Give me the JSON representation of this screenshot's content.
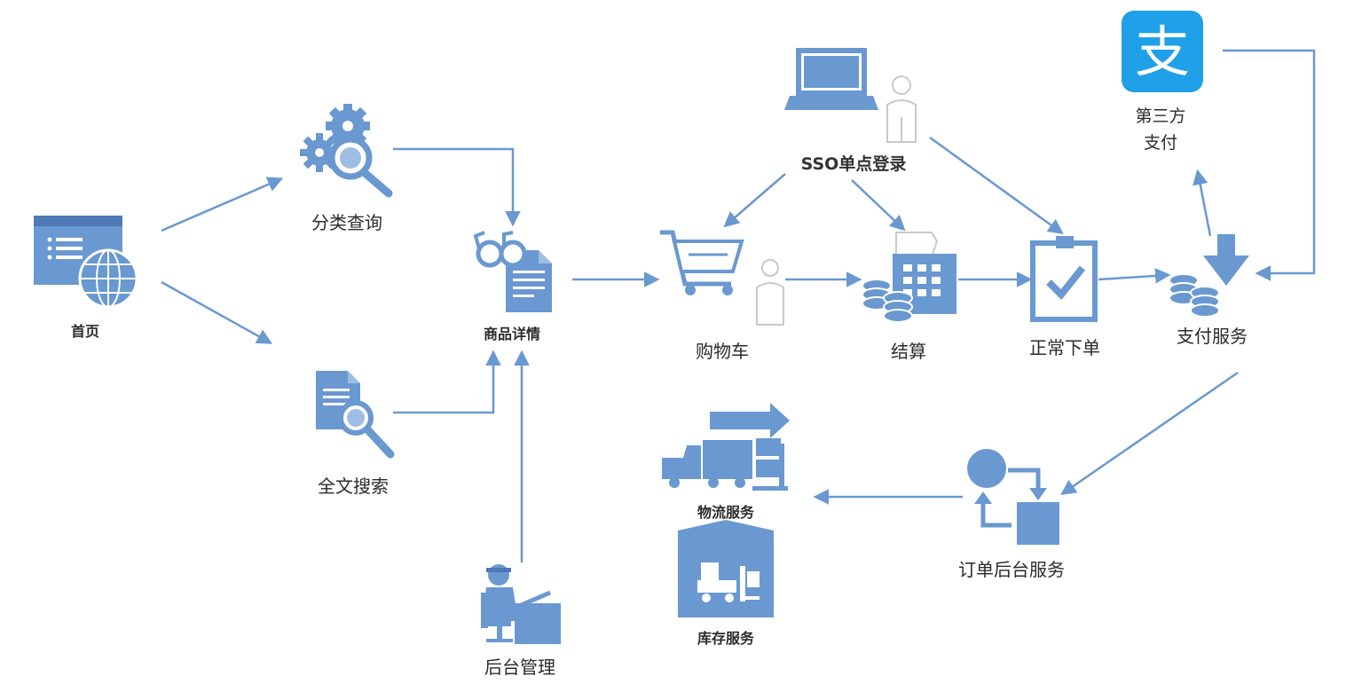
{
  "colors": {
    "icon": "#6a98d0",
    "icon_dark": "#4d7ab5",
    "arrow": "#6a98d0",
    "alipay": "#1fa0e8",
    "gray_outline": "#c9c9c9"
  },
  "nodes": {
    "home": "首页",
    "category_query": "分类查询",
    "fulltext_search": "全文搜索",
    "product_detail": "商品详情",
    "backend_mgmt": "后台管理",
    "sso": "SSO单点登录",
    "cart": "购物车",
    "checkout": "结算",
    "normal_order": "正常下单",
    "payment_service": "支付服务",
    "third_party_line1": "第三方",
    "third_party_line2": "支付",
    "alipay_glyph": "支",
    "order_backend": "订单后台服务",
    "logistics": "物流服务",
    "inventory": "库存服务"
  },
  "icons": [
    "browser-globe-icon",
    "gears-search-icon",
    "document-search-icon",
    "glasses-document-icon",
    "office-worker-icon",
    "laptop-user-icon",
    "shopping-cart-icon",
    "calculator-coins-icon",
    "clipboard-check-icon",
    "coins-download-icon",
    "alipay-icon",
    "order-cycle-icon",
    "truck-icon",
    "warehouse-forklift-icon"
  ]
}
